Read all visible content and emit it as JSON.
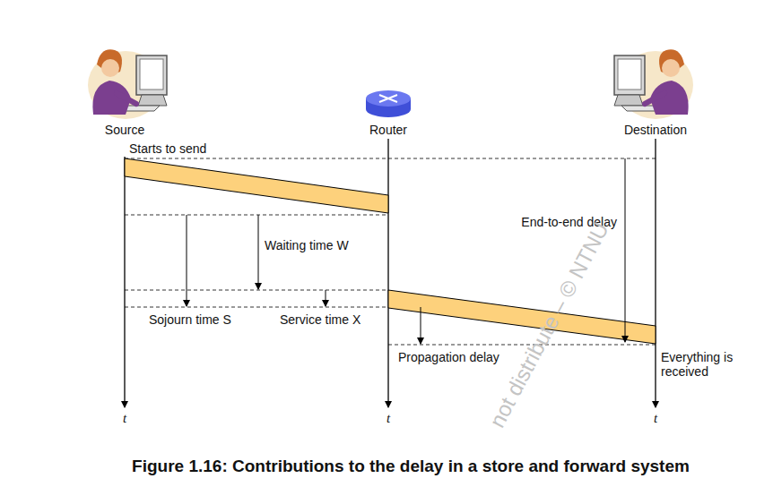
{
  "diagram": {
    "caption": "Figure 1.16: Contributions to the delay in a store and forward system",
    "nodes": [
      {
        "text": [
          "Source"
        ]
      },
      {
        "text": [
          "Router"
        ]
      },
      {
        "text": [
          "Destination"
        ]
      }
    ],
    "labels": [
      "Starts to send",
      "Waiting time W",
      "Sojourn time S",
      "Service time X",
      "Propagation delay",
      "End-to-end delay",
      "Everything is received",
      "t",
      "t",
      "t",
      "not distribute – © NTNU"
    ]
  }
}
